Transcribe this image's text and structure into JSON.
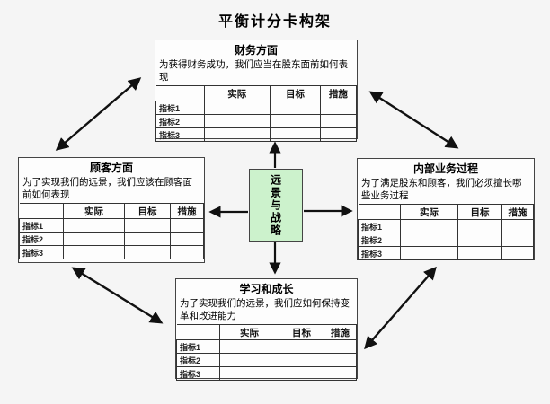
{
  "title": "平衡计分卡构架",
  "center": {
    "label": "远景与战略"
  },
  "panels": {
    "financial": {
      "title": "财务方面",
      "desc": "为获得财务成功，我们应当在股东面前如何表现",
      "headers": [
        "实际",
        "目标",
        "措施"
      ],
      "rows": [
        "指标1",
        "指标2",
        "指标3"
      ]
    },
    "customer": {
      "title": "顾客方面",
      "desc": "为了实现我们的远景，我们应该在顾客面前如何表现",
      "headers": [
        "实际",
        "目标",
        "措施"
      ],
      "rows": [
        "指标1",
        "指标2",
        "指标3"
      ]
    },
    "internal": {
      "title": "内部业务过程",
      "desc": "为了满足股东和顾客，我们必须擅长哪些业务过程",
      "headers": [
        "实际",
        "目标",
        "措施"
      ],
      "rows": [
        "指标1",
        "指标2",
        "指标3"
      ]
    },
    "learning": {
      "title": "学习和成长",
      "desc": "为了实现我们的远景，我们应如何保持变革和改进能力",
      "headers": [
        "实际",
        "目标",
        "措施"
      ],
      "rows": [
        "指标1",
        "指标2",
        "指标3"
      ]
    }
  },
  "colors": {
    "center_bg": "#ccf2cc",
    "arrow": "#111111",
    "page_bg": "#f5f5f5",
    "panel_border": "#444444"
  }
}
